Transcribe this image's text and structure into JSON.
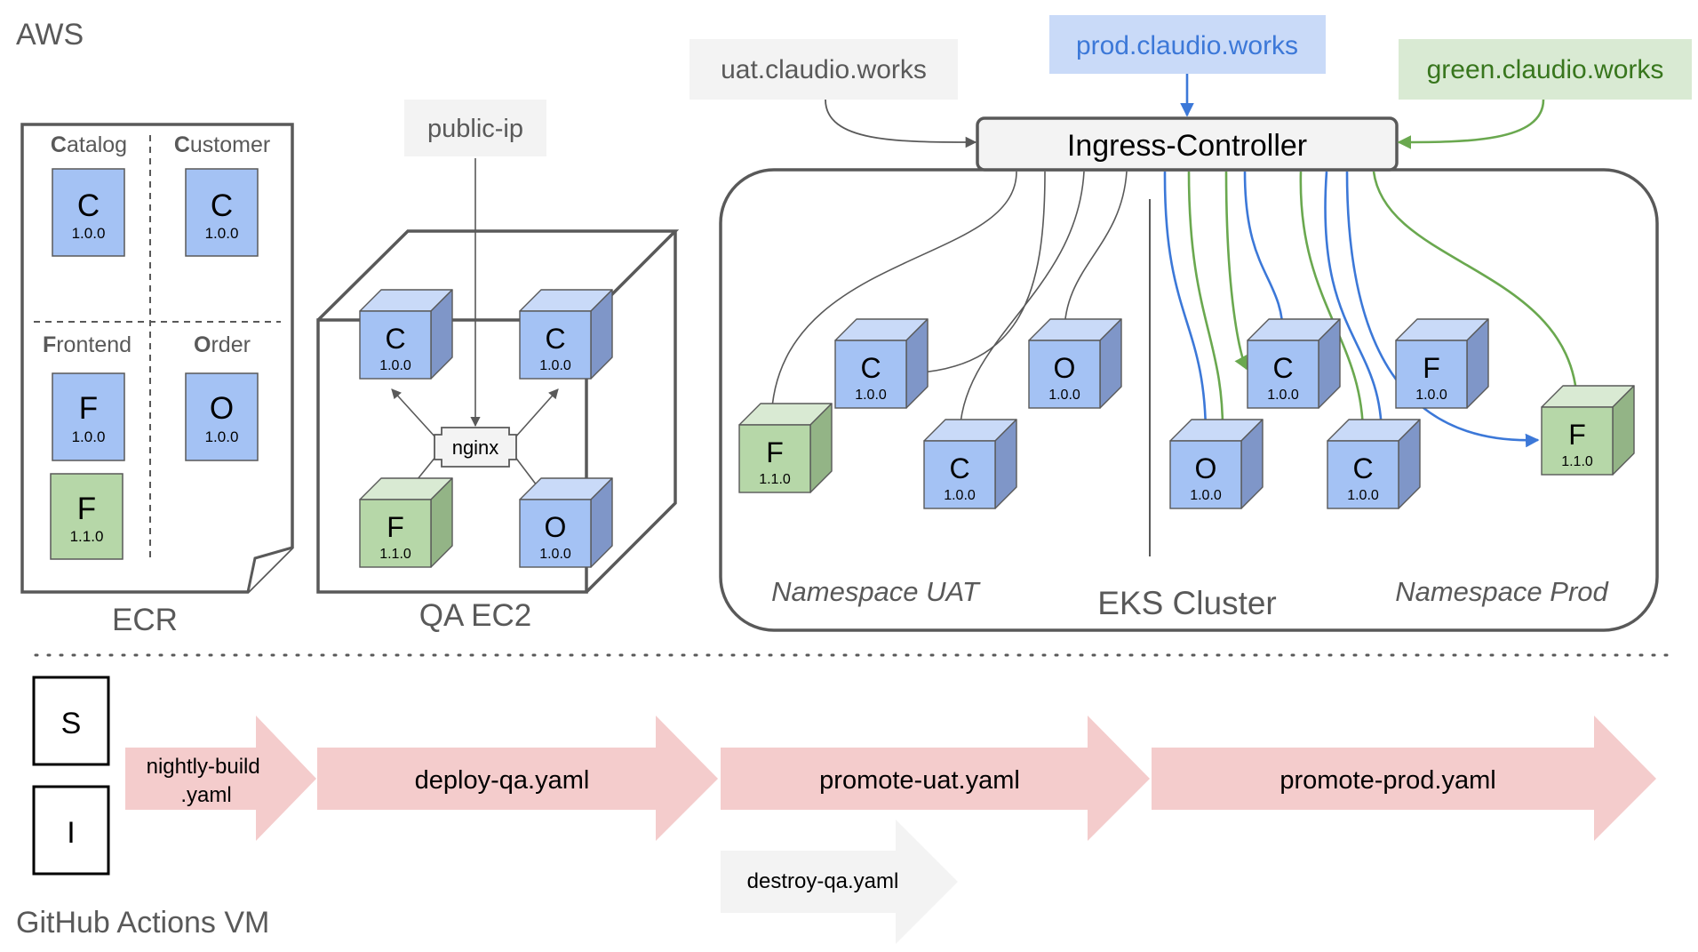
{
  "regions": {
    "aws_label": "AWS",
    "github_label": "GitHub Actions VM"
  },
  "ecr": {
    "label": "ECR",
    "sections": [
      {
        "initial": "C",
        "rest": "atalog",
        "letter": "C",
        "version": "1.0.0",
        "color": "blue"
      },
      {
        "initial": "C",
        "rest": "ustomer",
        "letter": "C",
        "version": "1.0.0",
        "color": "blue"
      },
      {
        "initial": "F",
        "rest": "rontend",
        "letter": "F",
        "version": "1.0.0",
        "color": "blue",
        "extra": {
          "letter": "F",
          "version": "1.1.0",
          "color": "green"
        }
      },
      {
        "initial": "O",
        "rest": "rder",
        "letter": "O",
        "version": "1.0.0",
        "color": "blue"
      }
    ]
  },
  "qa_ec2": {
    "label": "QA EC2",
    "public_ip": "public-ip",
    "proxy": "nginx",
    "cubes": [
      {
        "letter": "C",
        "version": "1.0.0",
        "color": "blue"
      },
      {
        "letter": "C",
        "version": "1.0.0",
        "color": "blue"
      },
      {
        "letter": "F",
        "version": "1.1.0",
        "color": "green"
      },
      {
        "letter": "O",
        "version": "1.0.0",
        "color": "blue"
      }
    ]
  },
  "eks": {
    "label": "EKS Cluster",
    "ingress": "Ingress-Controller",
    "hosts": {
      "uat": "uat.claudio.works",
      "prod": "prod.claudio.works",
      "green": "green.claudio.works"
    },
    "namespace_uat": {
      "label": "Namespace UAT",
      "cubes": [
        {
          "letter": "F",
          "version": "1.1.0",
          "color": "green"
        },
        {
          "letter": "C",
          "version": "1.0.0",
          "color": "blue"
        },
        {
          "letter": "C",
          "version": "1.0.0",
          "color": "blue"
        },
        {
          "letter": "O",
          "version": "1.0.0",
          "color": "blue"
        }
      ]
    },
    "namespace_prod": {
      "label": "Namespace Prod",
      "cubes": [
        {
          "letter": "O",
          "version": "1.0.0",
          "color": "blue"
        },
        {
          "letter": "C",
          "version": "1.0.0",
          "color": "blue"
        },
        {
          "letter": "C",
          "version": "1.0.0",
          "color": "blue"
        },
        {
          "letter": "F",
          "version": "1.0.0",
          "color": "blue"
        },
        {
          "letter": "F",
          "version": "1.1.0",
          "color": "green"
        }
      ]
    }
  },
  "pipeline": {
    "runners": [
      "S",
      "I"
    ],
    "workflows": [
      {
        "line1": "nightly-build",
        "line2": ".yaml"
      },
      {
        "line1": "deploy-qa.yaml"
      },
      {
        "line1": "promote-uat.yaml"
      },
      {
        "line1": "promote-prod.yaml"
      }
    ],
    "cleanup": "destroy-qa.yaml"
  },
  "colors": {
    "blue_front": "#a4c2f4",
    "blue_top": "#c9daf8",
    "blue_side": "#7f96c8",
    "green_front": "#b6d7a8",
    "green_top": "#d9ead3",
    "green_side": "#93b486",
    "arrow_blue": "#3c78d8",
    "arrow_green": "#6aa84f",
    "arrow_grey": "#595959",
    "workflow_fill": "#f4cccc",
    "cleanup_fill": "#f3f3f3",
    "prod_host_fill": "#c9daf8",
    "green_host_fill": "#d9ead3",
    "uat_host_fill": "#f3f3f3"
  }
}
